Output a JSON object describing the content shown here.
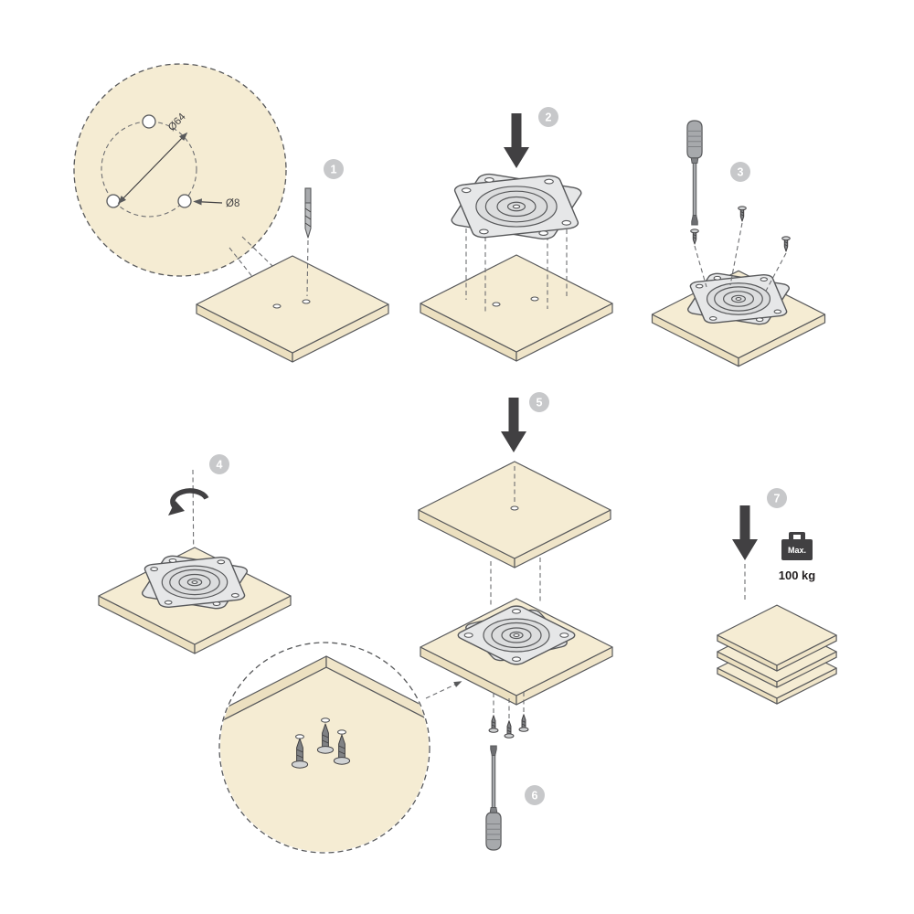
{
  "diagram": {
    "steps": [
      {
        "num": "1"
      },
      {
        "num": "2"
      },
      {
        "num": "3"
      },
      {
        "num": "4"
      },
      {
        "num": "5"
      },
      {
        "num": "6"
      },
      {
        "num": "7"
      }
    ],
    "labels": {
      "hole_circle_diameter": "Ø64",
      "hole_diameter": "Ø8",
      "max_label": "Max.",
      "max_weight": "100 kg"
    },
    "colors": {
      "background": "#ffffff",
      "board_fill": "#f5ecd3",
      "board_side": "#ece0c0",
      "outline": "#58595b",
      "metal_fill": "#e6e7e8",
      "badge_fill": "#c7c8ca",
      "arrow_fill": "#414042"
    }
  }
}
